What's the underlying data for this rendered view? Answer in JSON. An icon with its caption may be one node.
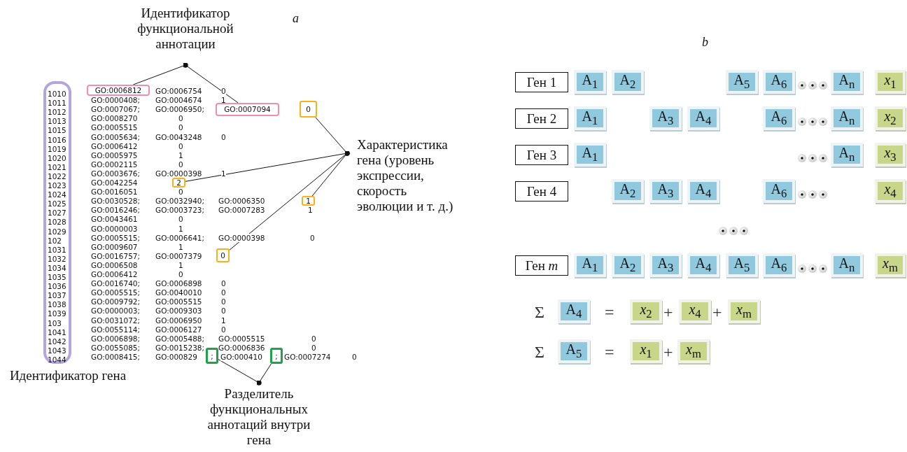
{
  "diagram": {
    "nodes": [
      {
        "text": [
          "Идентификатор функциональной аннотации"
        ]
      },
      {
        "text": [
          "GO:0006812"
        ]
      },
      {
        "text": [
          "GO:0007094"
        ]
      },
      {
        "text": [
          "0"
        ]
      },
      {
        "text": [
          "Характеристика гена (уровень экспрессии, скорость эволюции и т. д.)"
        ]
      },
      {
        "text": [
          "2"
        ]
      },
      {
        "text": [
          "1"
        ]
      },
      {
        "text": [
          "0"
        ]
      },
      {
        "text": [
          "1010",
          "1011",
          "1012",
          "1013",
          "1015",
          "1016",
          "1019",
          "1020",
          "1021",
          "1022",
          "1023",
          "1024",
          "1025",
          "1027",
          "1028",
          "1029",
          "102",
          "1031",
          "1032",
          "1034",
          "1035",
          "1036",
          "1037",
          "1038",
          "1039",
          "103",
          "1041",
          "1042",
          "1043",
          "1044"
        ],
        "beside": [
          "Идентификатор гена"
        ]
      },
      {
        "text": [
          ";"
        ]
      },
      {
        "text": [
          ";"
        ]
      },
      {
        "text": [
          "Разделитель функциональных аннотаций внутри гена"
        ]
      },
      {
        "text": [
          "Ген 1"
        ]
      },
      {
        "text": [
          "A$_{1}$"
        ]
      },
      {
        "text": [
          "A$_{2}$"
        ]
      },
      {
        "text": [
          "A$_{5}$"
        ]
      },
      {
        "text": [
          "A$_{6}$"
        ]
      },
      {
        "text": [
          "A$_{n}$"
        ]
      },
      {
        "text": [
          "*x*$_{1}$"
        ]
      },
      {
        "text": [
          "Ген 2"
        ]
      },
      {
        "text": [
          "A$_{1}$"
        ]
      },
      {
        "text": [
          "A$_{3}$"
        ]
      },
      {
        "text": [
          "A$_{4}$"
        ]
      },
      {
        "text": [
          "A$_{6}$"
        ]
      },
      {
        "text": [
          "A$_{n}$"
        ]
      },
      {
        "text": [
          "*x*$_{2}$"
        ]
      },
      {
        "text": [
          "Ген 3"
        ]
      },
      {
        "text": [
          "A$_{1}$"
        ]
      },
      {
        "text": [
          "A$_{n}$"
        ]
      },
      {
        "text": [
          "*x*$_{3}$"
        ]
      },
      {
        "text": [
          "Ген 4"
        ]
      },
      {
        "text": [
          "A$_{2}$"
        ]
      },
      {
        "text": [
          "A$_{3}$"
        ]
      },
      {
        "text": [
          "A$_{4}$"
        ]
      },
      {
        "text": [
          "A$_{6}$"
        ]
      },
      {
        "text": [
          "*x*$_{4}$"
        ]
      },
      {
        "text": [
          "Ген *m*"
        ]
      },
      {
        "text": [
          "A$_{1}$"
        ]
      },
      {
        "text": [
          "A$_{2}$"
        ]
      },
      {
        "text": [
          "A$_{3}$"
        ]
      },
      {
        "text": [
          "A$_{4}$"
        ]
      },
      {
        "text": [
          "A$_{5}$"
        ]
      },
      {
        "text": [
          "A$_{6}$"
        ]
      },
      {
        "text": [
          "A$_{n}$"
        ]
      },
      {
        "text": [
          "*x*$_{m}$"
        ]
      },
      {
        "text": [
          "A$_{4}$"
        ]
      },
      {
        "text": [
          "*x*$_{2}$"
        ]
      },
      {
        "text": [
          "*x*$_{4}$"
        ]
      },
      {
        "text": [
          "*x*$_{m}$"
        ]
      },
      {
        "text": [
          "A$_{5}$"
        ]
      },
      {
        "text": [
          "*x*$_{1}$"
        ]
      },
      {
        "text": [
          "*x*$_{m}$"
        ]
      }
    ],
    "edges": [
      {
        "from": 0,
        "to": 1,
        "arrow": "other"
      },
      {
        "from": 0,
        "to": 2,
        "arrow": "other"
      },
      {
        "from": 4,
        "to": 3,
        "arrow": "other"
      },
      {
        "from": 4,
        "to": 5,
        "arrow": "other"
      },
      {
        "from": 4,
        "to": 6,
        "arrow": "other"
      },
      {
        "from": 4,
        "to": 7,
        "arrow": "other"
      },
      {
        "from": 11,
        "to": 9,
        "arrow": "other"
      },
      {
        "from": 11,
        "to": 10,
        "arrow": "other"
      }
    ],
    "labels": [
      "a",
      "GO:0006754",
      "0",
      "GO:0000408;",
      "GO:0004674",
      "1",
      "GO:0007067;",
      "GO:0006950;",
      "GO:0008270",
      "0",
      "GO:0005515",
      "0",
      "GO:0005634;",
      "GO:0043248",
      "0",
      "GO:0006412",
      "0",
      "GO:0005975",
      "1",
      "GO:0002115",
      "0",
      "GO:0003676;",
      "GO:0000398",
      "1",
      "GO:0042254",
      "GO:0016051",
      "0",
      "GO:0030528;",
      "GO:0032940;",
      "GO:0006350",
      "GO:0016246;",
      "GO:0003723;",
      "GO:0007283",
      "1",
      "GO:0043461",
      "0",
      "GO:0000003",
      "1",
      "GO:0005515;",
      "GO:0006641;",
      "GO:0000398",
      "0",
      "GO:0009607",
      "1",
      "GO:0016757;",
      "GO:0007379",
      "GO:0006508",
      "1",
      "GO:0006412",
      "0",
      "GO:0016740;",
      "GO:0006898",
      "0",
      "GO:0005515;",
      "GO:0040010",
      "0",
      "GO:0009792;",
      "GO:0005515",
      "0",
      "GO:0000003;",
      "GO:0009303",
      "0",
      "GO:0031072;",
      "GO:0006950",
      "1",
      "GO:0055114;",
      "GO:0006127",
      "0",
      "GO:0006898;",
      "GO:0005488;",
      "GO:0005515",
      "0",
      "GO:0055085;",
      "GO:0015238;",
      "GO:0006836",
      "0",
      "GO:0008415;",
      "GO:000829",
      "GO:000410",
      "GO:0007274",
      "0",
      "b",
      "Σ",
      "=",
      "+",
      "+",
      "Σ",
      "=",
      "+"
    ]
  }
}
